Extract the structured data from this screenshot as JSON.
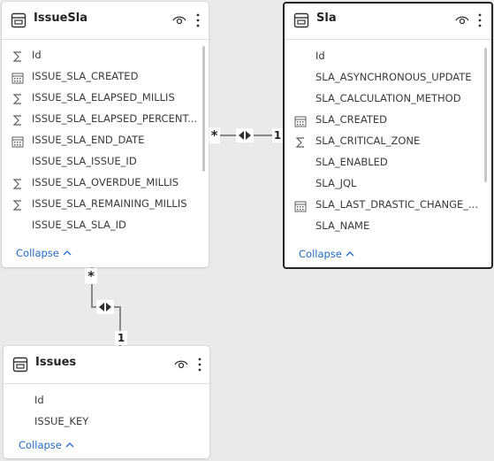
{
  "tables": {
    "issuesla": {
      "title": "IssueSla",
      "fields": [
        {
          "label": "Id",
          "icon": "sum-icon"
        },
        {
          "label": "ISSUE_SLA_CREATED",
          "icon": "calendar-icon"
        },
        {
          "label": "ISSUE_SLA_ELAPSED_MILLIS",
          "icon": "sum-icon"
        },
        {
          "label": "ISSUE_SLA_ELAPSED_PERCENT...",
          "icon": "sum-icon"
        },
        {
          "label": "ISSUE_SLA_END_DATE",
          "icon": "calendar-icon"
        },
        {
          "label": "ISSUE_SLA_ISSUE_ID",
          "icon": ""
        },
        {
          "label": "ISSUE_SLA_OVERDUE_MILLIS",
          "icon": "sum-icon"
        },
        {
          "label": "ISSUE_SLA_REMAINING_MILLIS",
          "icon": "sum-icon"
        },
        {
          "label": "ISSUE_SLA_SLA_ID",
          "icon": ""
        }
      ],
      "collapse_label": "Collapse"
    },
    "sla": {
      "title": "Sla",
      "fields": [
        {
          "label": "Id",
          "icon": ""
        },
        {
          "label": "SLA_ASYNCHRONOUS_UPDATE",
          "icon": ""
        },
        {
          "label": "SLA_CALCULATION_METHOD",
          "icon": ""
        },
        {
          "label": "SLA_CREATED",
          "icon": "calendar-icon"
        },
        {
          "label": "SLA_CRITICAL_ZONE",
          "icon": "sum-icon"
        },
        {
          "label": "SLA_ENABLED",
          "icon": ""
        },
        {
          "label": "SLA_JQL",
          "icon": ""
        },
        {
          "label": "SLA_LAST_DRASTIC_CHANGE_...",
          "icon": "calendar-icon"
        },
        {
          "label": "SLA_NAME",
          "icon": ""
        }
      ],
      "collapse_label": "Collapse"
    },
    "issues": {
      "title": "Issues",
      "fields": [
        {
          "label": "Id",
          "icon": ""
        },
        {
          "label": "ISSUE_KEY",
          "icon": ""
        }
      ],
      "collapse_label": "Collapse"
    }
  },
  "relationships": {
    "issuesla_sla": {
      "from_cardinality": "*",
      "to_cardinality": "1"
    },
    "issuesla_issues": {
      "from_cardinality": "*",
      "to_cardinality": "1"
    }
  },
  "colors": {
    "canvas": "#eaeaea",
    "link": "#1f6bc4",
    "line": "#8a8886",
    "selected_border": "#252423"
  }
}
